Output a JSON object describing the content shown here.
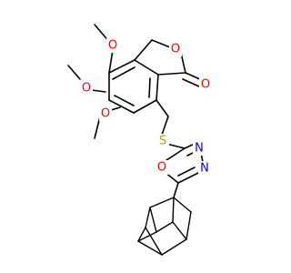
{
  "molecule": {
    "colors": {
      "oxygen": "#ff0000",
      "sulfur": "#b5a200",
      "nitrogen": "#0000ff",
      "carbon": "#000000"
    },
    "labels": {
      "o_methoxy_top": "O",
      "o_methoxy_mid": "O",
      "o_methoxy_low": "O",
      "o_ring_lactone": "O",
      "o_carbonyl": "O",
      "sulfur": "S",
      "n_upper": "N",
      "n_lower": "N",
      "o_oxadiazole": "O"
    }
  }
}
